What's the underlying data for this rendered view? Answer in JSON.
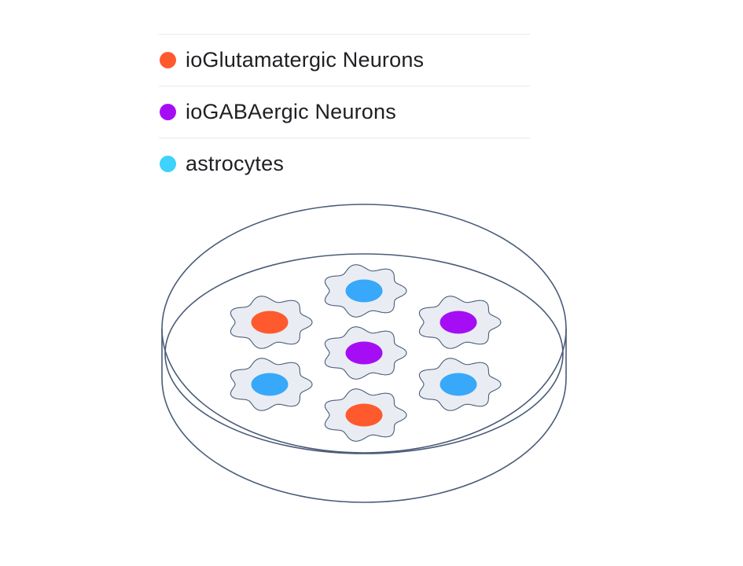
{
  "legend": {
    "items": [
      {
        "label": "ioGlutamatergic Neurons",
        "color": "#ff5a2e",
        "icon": "orange-dot-icon"
      },
      {
        "label": "ioGABAergic Neurons",
        "color": "#a50ef5",
        "icon": "purple-dot-icon"
      },
      {
        "label": "astrocytes",
        "color": "#3dd3fa",
        "icon": "cyan-dot-icon"
      }
    ]
  },
  "dish": {
    "stroke_color": "#4a5c78",
    "cell_body_color": "#e9edf3",
    "nucleus_colors": {
      "glutamatergic": "#ff5a2e",
      "gabaergic": "#a50ef5",
      "astrocyte": "#38a8fa"
    },
    "cells": [
      {
        "type": "astrocyte"
      },
      {
        "type": "glutamatergic"
      },
      {
        "type": "gabaergic"
      },
      {
        "type": "gabaergic"
      },
      {
        "type": "astrocyte"
      },
      {
        "type": "astrocyte"
      },
      {
        "type": "glutamatergic"
      }
    ]
  }
}
